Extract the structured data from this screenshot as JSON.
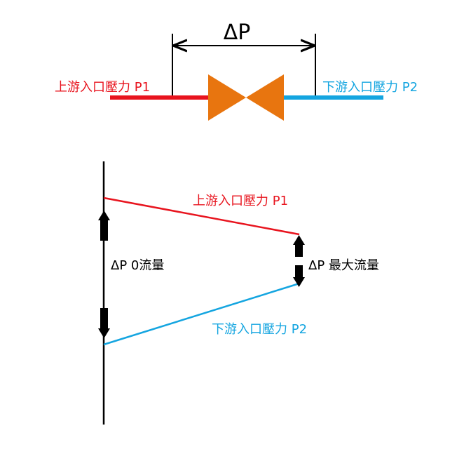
{
  "top": {
    "delta_label": "ΔP",
    "upstream_label": "上游入口壓力 P1",
    "downstream_label": "下游入口壓力 P2"
  },
  "bottom": {
    "upstream_label": "上游入口壓力 P1",
    "downstream_label": "下游入口壓力 P2",
    "delta_zero_flow": "ΔP 0流量",
    "delta_max_flow": "ΔP 最大流量"
  },
  "colors": {
    "upstream": "#e8141e",
    "downstream": "#14a5e0",
    "valve": "#e8750f",
    "ink": "#000000"
  }
}
